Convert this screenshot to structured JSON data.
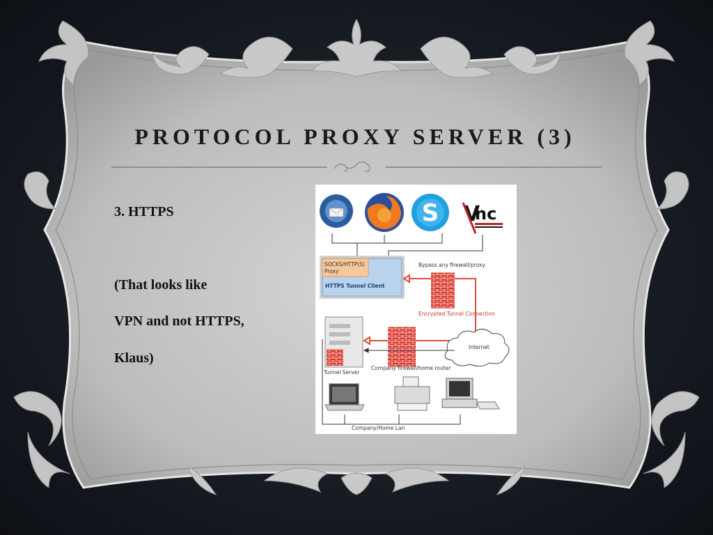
{
  "slide": {
    "title": "PROTOCOL PROXY SERVER (3)",
    "lines": [
      "3. HTTPS",
      "(That looks like",
      "VPN and not HTTPS,",
      "Klaus)"
    ]
  },
  "diagram": {
    "labels": {
      "socks_proxy_1": "SOCKS/HTTP(S)",
      "socks_proxy_2": "Proxy",
      "tunnel_client": "HTTPS Tunnel Client",
      "bypass": "Bypass any firewall/proxy",
      "encrypted": "Encrypted Tunnel Connection",
      "internet": "Internet",
      "tunnel_server": "Tunnel Server",
      "company_firewall": "Company firewall/home router",
      "lan": "Company/Home Lan"
    },
    "app_icons": [
      "thunderbird-icon",
      "firefox-icon",
      "skype-icon",
      "vnc-icon"
    ],
    "colors": {
      "firewall_red": "#d9362b",
      "tunnel_red": "#e04a3a",
      "proxy_orange": "#f6c89a",
      "client_blue": "#b9d3ec",
      "panel": "#bdbdbd"
    }
  }
}
